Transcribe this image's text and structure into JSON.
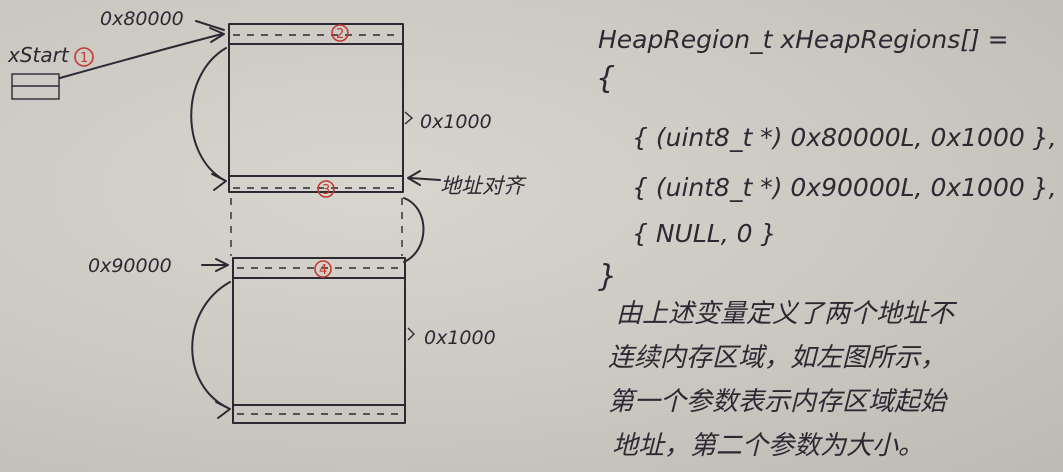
{
  "diagram": {
    "xstart_label": "xStart",
    "addr_first": "0x80000",
    "addr_second": "0x90000",
    "size_first": "0x1000",
    "size_second": "0x1000",
    "align_label": "地址对齐",
    "markers": [
      "1",
      "2",
      "3",
      "4"
    ]
  },
  "code": {
    "declaration": "HeapRegion_t xHeapRegions[] =",
    "open_brace": "{",
    "entries": [
      "{ (uint8_t *) 0x80000L, 0x1000 },",
      "{ (uint8_t *) 0x90000L, 0x1000 },",
      "{ NULL, 0 }"
    ],
    "close_brace": "}"
  },
  "description": {
    "lines": [
      "由上述变量定义了两个地址不",
      "连续内存区域，如左图所示，",
      "第一个参数表示内存区域起始",
      "地址，第二个参数为大小。"
    ]
  },
  "colors": {
    "ink": "#2b2a33",
    "marker_red": "#c23a32",
    "paper": "#cbc8c1"
  }
}
